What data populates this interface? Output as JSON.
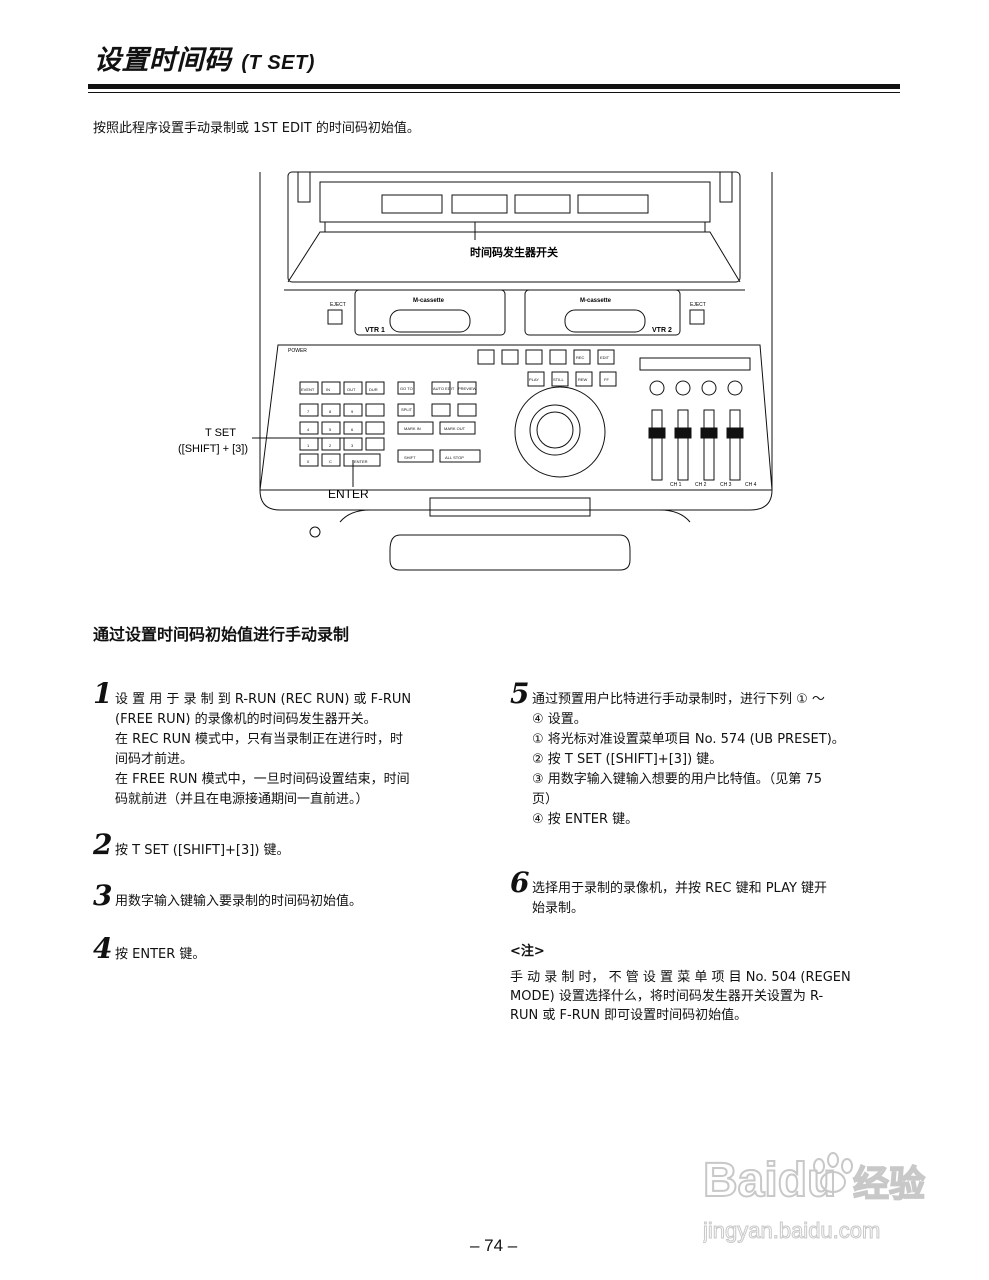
{
  "header": {
    "title": "设置时间码",
    "title_suffix": "(T SET)"
  },
  "intro": "按照此程序设置手动录制或 1ST EDIT 的时间码初始值。",
  "figure": {
    "label_tc_switch": "时间码发生器开关",
    "label_tset_1": "T SET",
    "label_tset_2": "([SHIFT] + [3])",
    "label_enter": "ENTER",
    "label_vtr1": "VTR 1",
    "label_vtr2": "VTR 2",
    "label_eject": "EJECT",
    "label_cassette": "M-cassette",
    "label_power": "POWER",
    "keys": [
      "EVENT",
      "IN",
      "OUT",
      "DUR",
      "7",
      "8",
      "9",
      "4",
      "5",
      "6",
      "1",
      "2",
      "3",
      "0",
      "C",
      "ENTER",
      "SHIFT",
      "ALL STOP",
      "PLAY",
      "STILL",
      "REW",
      "FF",
      "REC",
      "EDIT",
      "SPLIT",
      "MARK IN",
      "MARK OUT",
      "GO TO",
      "AUTO EDIT",
      "PREVIEW"
    ],
    "channel_labels": [
      "CH 1",
      "CH 2",
      "CH 3",
      "CH 4"
    ]
  },
  "section": {
    "heading": "通过设置时间码初始值进行手动录制"
  },
  "steps": [
    {
      "num": "1",
      "lines": [
        "设 置 用 于 录 制 到  R-RUN (REC RUN) 或  F-RUN",
        "(FREE RUN) 的录像机的时间码发生器开关。",
        "在 REC RUN 模式中，只有当录制正在进行时，时",
        "间码才前进。",
        "在 FREE RUN 模式中，一旦时间码设置结束，时间",
        "码就前进（并且在电源接通期间一直前进。）"
      ]
    },
    {
      "num": "2",
      "lines": [
        "按 T SET ([SHIFT]+[3]) 键。"
      ]
    },
    {
      "num": "3",
      "lines": [
        "用数字输入键输入要录制的时间码初始值。"
      ]
    },
    {
      "num": "4",
      "lines": [
        "按 ENTER 键。"
      ]
    },
    {
      "num": "5",
      "lines": [
        "通过预置用户比特进行手动录制时，进行下列 ① ～",
        "④ 设置。",
        "① 将光标对准设置菜单项目 No. 574 (UB PRESET)。",
        "②  按 T SET ([SHIFT]+[3]) 键。",
        "③ 用数字输入键输入想要的用户比特值。（见第 75",
        "页）",
        "④ 按 ENTER 键。"
      ]
    },
    {
      "num": "6",
      "lines": [
        "选择用于录制的录像机，并按 REC  键和 PLAY 键开",
        "始录制。"
      ]
    }
  ],
  "note": {
    "title": "<注>",
    "lines": [
      "手 动 录 制 时， 不 管 设 置 菜 单 项 目  No. 504 (REGEN",
      "MODE) 设置选择什么，将时间码发生器开关设置为 R-",
      "RUN 或 F-RUN  即可设置时间码初始值。"
    ]
  },
  "footer": {
    "page_number": "– 74 –"
  },
  "watermark": {
    "brand": "Baidu",
    "brand_cn": "经验",
    "url": "jingyan.baidu.com"
  }
}
